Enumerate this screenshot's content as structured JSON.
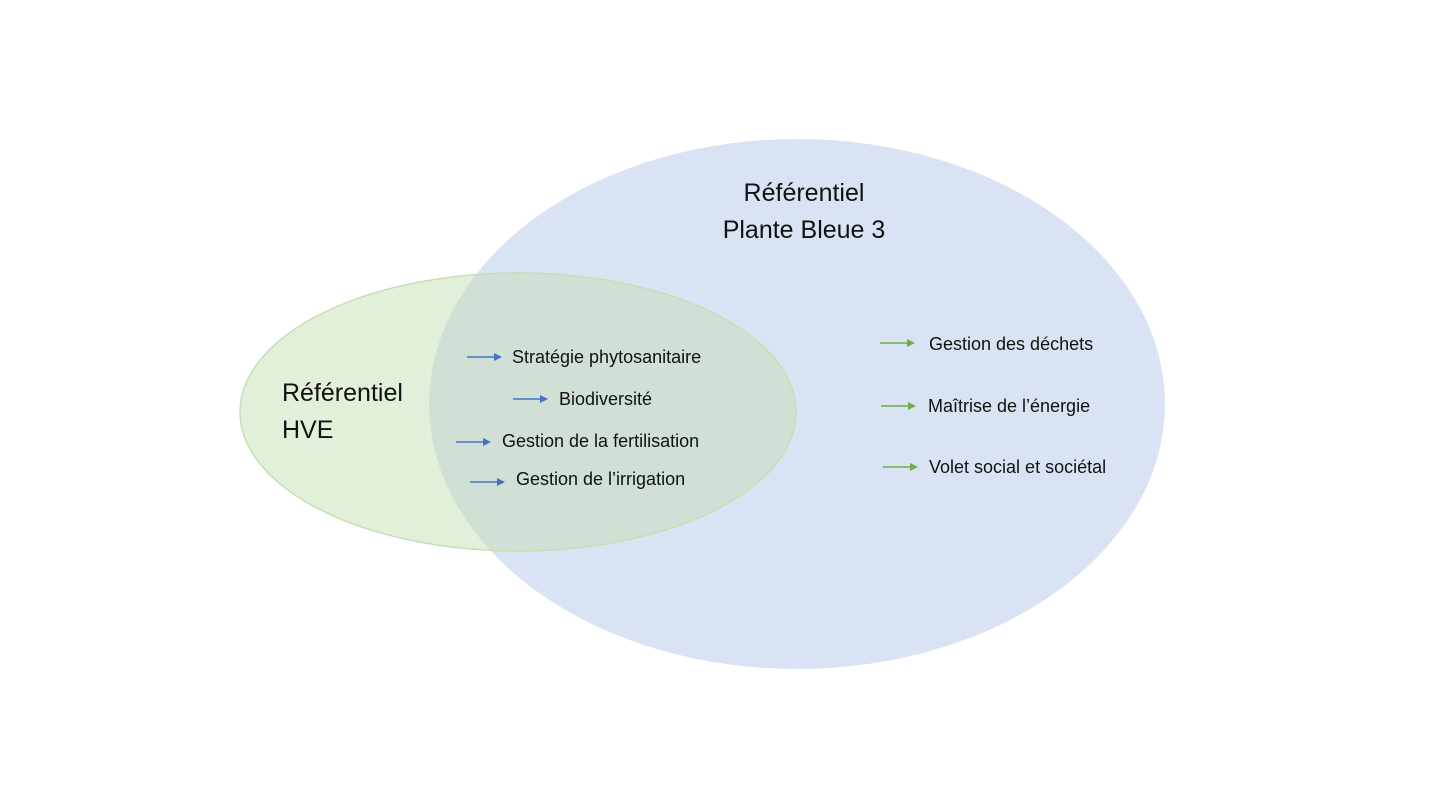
{
  "colors": {
    "plante_bleue_fill": "#dae3f3",
    "hve_fill": "#e2f0d9",
    "hve_stroke": "#c5e0b4",
    "overlap_fill": "#d0e0d5",
    "shared_arrow": "#4472c4",
    "exclusive_arrow": "#70ad47"
  },
  "plante_bleue": {
    "title_line1": "Référentiel",
    "title_line2": "Plante Bleue 3",
    "items": [
      "Gestion des déchets",
      "Maîtrise de l’énergie",
      "Volet social et sociétal"
    ]
  },
  "hve": {
    "title_line1": "Référentiel",
    "title_line2": "HVE"
  },
  "shared": {
    "items": [
      "Stratégie phytosanitaire",
      "Biodiversité",
      "Gestion de la fertilisation",
      "Gestion de l’irrigation"
    ]
  }
}
